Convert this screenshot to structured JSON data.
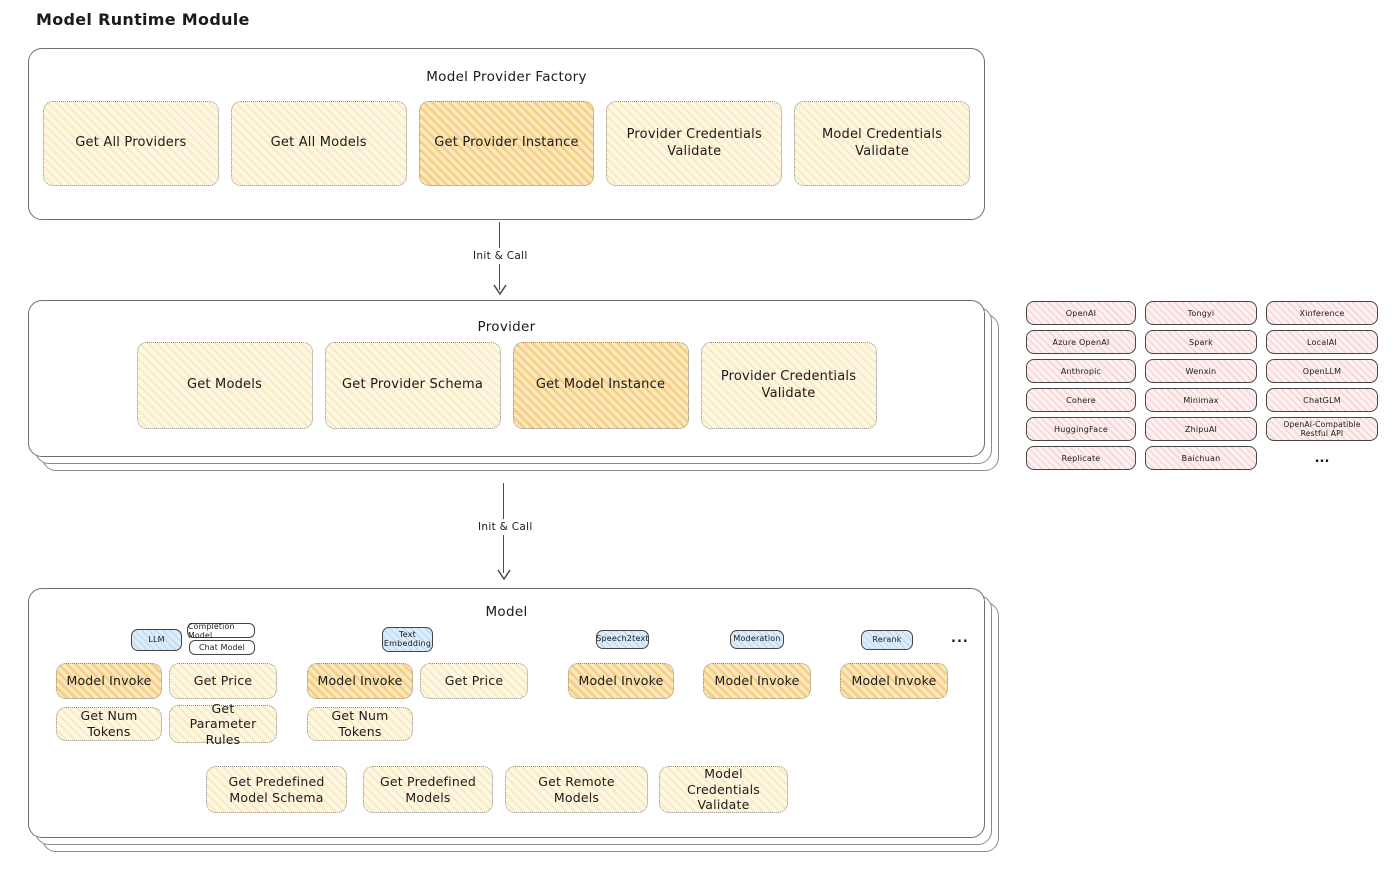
{
  "page_title": "Model Runtime Module",
  "factory": {
    "title": "Model Provider Factory",
    "methods": [
      {
        "label": "Get All Providers",
        "highlight": false
      },
      {
        "label": "Get All Models",
        "highlight": false
      },
      {
        "label": "Get Provider Instance",
        "highlight": true
      },
      {
        "label": "Provider Credentials Validate",
        "highlight": false
      },
      {
        "label": "Model Credentials Validate",
        "highlight": false
      }
    ]
  },
  "arrows": {
    "factory_to_provider": "Init & Call",
    "provider_to_model": "Init & Call"
  },
  "provider": {
    "title": "Provider",
    "methods": [
      {
        "label": "Get Models",
        "highlight": false
      },
      {
        "label": "Get Provider Schema",
        "highlight": false
      },
      {
        "label": "Get Model Instance",
        "highlight": true
      },
      {
        "label": "Provider Credentials Validate",
        "highlight": false
      }
    ]
  },
  "providers_list": {
    "items": [
      "OpenAI",
      "Tongyi",
      "Xinference",
      "Azure OpenAI",
      "Spark",
      "LocalAI",
      "Anthropic",
      "Wenxin",
      "OpenLLM",
      "Cohere",
      "Minimax",
      "ChatGLM",
      "HuggingFace",
      "ZhipuAI",
      "OpenAI-Compatible Restful API",
      "Replicate",
      "Baichuan",
      "..."
    ]
  },
  "model": {
    "title": "Model",
    "tags": {
      "llm": "LLM",
      "completion_model": "Completion Model",
      "chat_model": "Chat Model",
      "text_embedding": "Text Embedding",
      "speech2text": "Speech2text",
      "moderation": "Moderation",
      "rerank": "Rerank",
      "more": "..."
    },
    "methods": {
      "llm_model_invoke": "Model Invoke",
      "llm_get_price": "Get Price",
      "llm_get_num_tokens": "Get Num Tokens",
      "llm_get_parameter_rules": "Get Parameter Rules",
      "te_model_invoke": "Model Invoke",
      "te_get_price": "Get Price",
      "te_get_num_tokens": "Get Num Tokens",
      "s2t_model_invoke": "Model Invoke",
      "moderation_model_invoke": "Model Invoke",
      "rerank_model_invoke": "Model Invoke",
      "get_predefined_model_schema": "Get Predefined Model Schema",
      "get_predefined_models": "Get Predefined Models",
      "get_remote_models": "Get Remote Models",
      "model_credentials_validate": "Model Credentials Validate"
    }
  },
  "colors": {
    "yellow_bg": "#fdf7e3",
    "yellow_highlight": "#fbe7bd",
    "pink_bg": "#fdf0f0",
    "blue_bg": "#dcedf9",
    "border_dark": "#454545",
    "border_gray": "#6f6f6f",
    "ink": "#1b1b1b"
  }
}
